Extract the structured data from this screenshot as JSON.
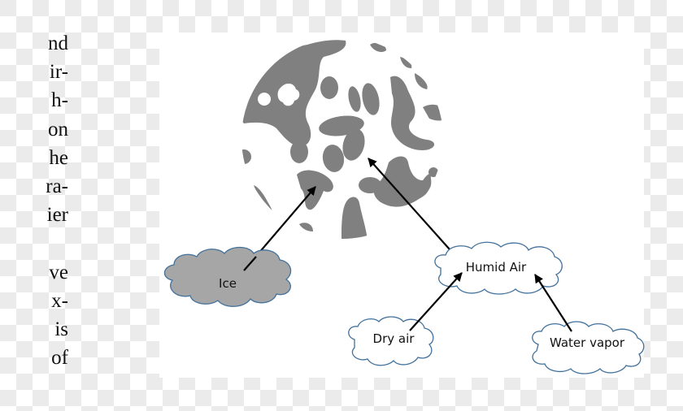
{
  "side_text": {
    "lines": [
      "nd",
      "ir-",
      "h-",
      "on",
      "he",
      "ra-",
      "ier",
      "",
      "ve",
      "x-",
      "is",
      "of"
    ]
  },
  "diagram": {
    "nodes": {
      "ice": {
        "label": "Ice",
        "fill": "#a6a6a6",
        "stroke": "#41719c"
      },
      "humid_air": {
        "label": "Humid Air",
        "fill": "#ffffff",
        "stroke": "#41719c"
      },
      "dry_air": {
        "label": "Dry air",
        "fill": "#ffffff",
        "stroke": "#41719c"
      },
      "water_vapor": {
        "label": "Water vapor",
        "fill": "#ffffff",
        "stroke": "#41719c"
      }
    },
    "particle": {
      "description": "ice particle microstructure",
      "blob_color": "#808080"
    },
    "arrows": [
      {
        "from": "Ice",
        "to": "particle"
      },
      {
        "from": "Humid Air",
        "to": "particle"
      },
      {
        "from": "Dry air",
        "to": "Humid Air"
      },
      {
        "from": "Water vapor",
        "to": "Humid Air"
      }
    ]
  }
}
